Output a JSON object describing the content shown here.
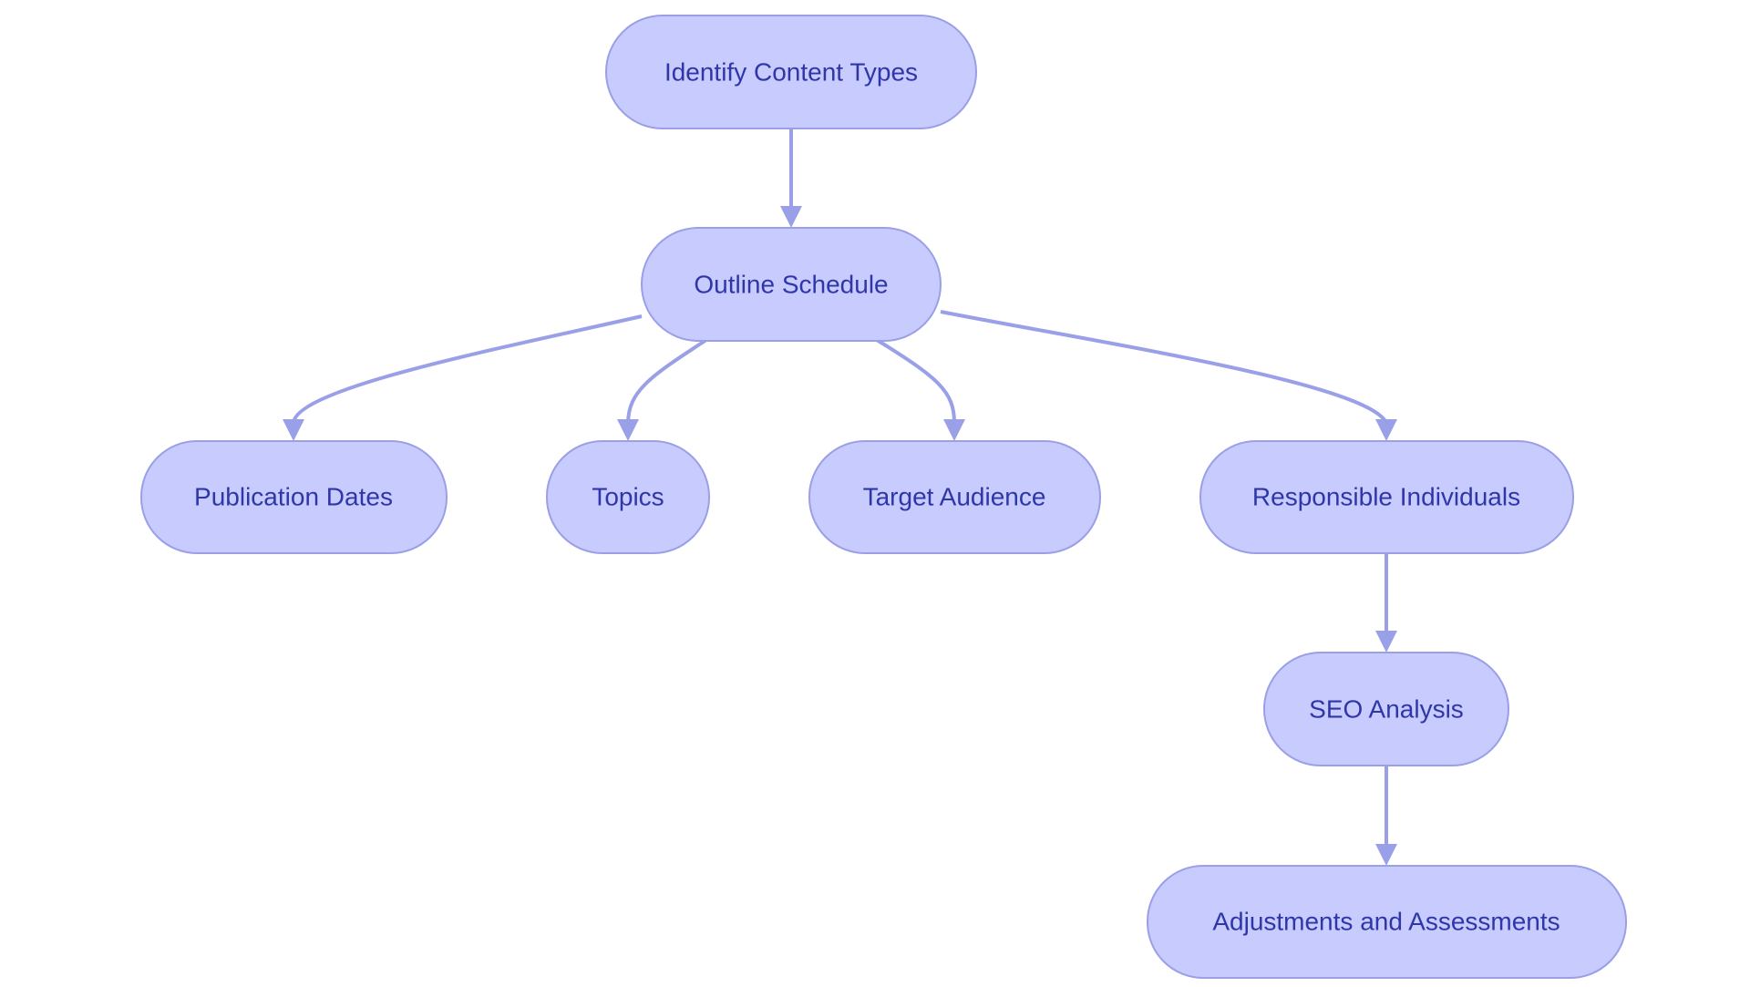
{
  "colors": {
    "node_fill": "#c8cbfe",
    "node_stroke": "#9a9fe6",
    "edge": "#9aa0e8",
    "text": "#2f37a8",
    "background": "#ffffff"
  },
  "nodes": {
    "identify_content_types": "Identify Content Types",
    "outline_schedule": "Outline Schedule",
    "publication_dates": "Publication Dates",
    "topics": "Topics",
    "target_audience": "Target Audience",
    "responsible_individuals": "Responsible Individuals",
    "seo_analysis": "SEO Analysis",
    "adjustments_and_assessments": "Adjustments and Assessments"
  },
  "edges": [
    {
      "from": "identify_content_types",
      "to": "outline_schedule"
    },
    {
      "from": "outline_schedule",
      "to": "publication_dates"
    },
    {
      "from": "outline_schedule",
      "to": "topics"
    },
    {
      "from": "outline_schedule",
      "to": "target_audience"
    },
    {
      "from": "outline_schedule",
      "to": "responsible_individuals"
    },
    {
      "from": "responsible_individuals",
      "to": "seo_analysis"
    },
    {
      "from": "seo_analysis",
      "to": "adjustments_and_assessments"
    }
  ]
}
